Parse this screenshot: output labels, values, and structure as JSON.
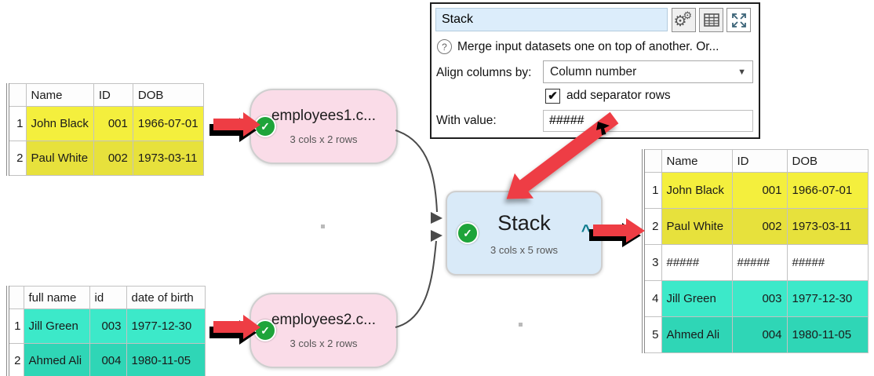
{
  "panel": {
    "title_value": "Stack",
    "help_text": "Merge input datasets one on top of another. Or...",
    "align_label": "Align columns by:",
    "align_value": "Column number",
    "separator_label": "add separator rows",
    "separator_checked": true,
    "value_label": "With value:",
    "value_input": "#####"
  },
  "icons": {
    "gear": "⚙",
    "question": "?",
    "dropdown": "▼",
    "check": "✔",
    "node_check": "✓"
  },
  "nodes": {
    "employees1": {
      "title": "employees1.c...",
      "subtitle": "3 cols x 2 rows"
    },
    "employees2": {
      "title": "employees2.c...",
      "subtitle": "3 cols x 2 rows"
    },
    "stack": {
      "title": "Stack",
      "subtitle": "3 cols x 5 rows",
      "collapse_glyph": "^"
    }
  },
  "tables": {
    "left_top": {
      "headers": [
        "",
        "Name",
        "ID",
        "DOB"
      ],
      "rows": [
        [
          "1",
          "John Black",
          "001",
          "1966-07-01"
        ],
        [
          "2",
          "Paul White",
          "002",
          "1973-03-11"
        ]
      ]
    },
    "left_bottom": {
      "headers": [
        "",
        "full name",
        "id",
        "date of birth"
      ],
      "rows": [
        [
          "1",
          "Jill Green",
          "003",
          "1977-12-30"
        ],
        [
          "2",
          "Ahmed Ali",
          "004",
          "1980-11-05"
        ]
      ]
    },
    "right": {
      "headers": [
        "",
        "Name",
        "ID",
        "DOB"
      ],
      "rows": [
        [
          "1",
          "John Black",
          "001",
          "1966-07-01"
        ],
        [
          "2",
          "Paul White",
          "002",
          "1973-03-11"
        ],
        [
          "3",
          "#####",
          "#####",
          "#####"
        ],
        [
          "4",
          "Jill Green",
          "003",
          "1977-12-30"
        ],
        [
          "5",
          "Ahmed Ali",
          "004",
          "1980-11-05"
        ]
      ]
    }
  },
  "colors": {
    "row_yellow_bright": "#f4ef3d",
    "row_yellow_dark": "#e7e13c",
    "row_teal_bright": "#3ce9c9",
    "row_teal_dark": "#2fd6b6",
    "node_pink": "#fadce8",
    "node_blue": "#d9eaf8",
    "arrow_red": "#ee3d44",
    "check_green": "#1ea43a",
    "name_field_blue": "#dcedfb",
    "connector_gray": "#4a4a4a"
  }
}
